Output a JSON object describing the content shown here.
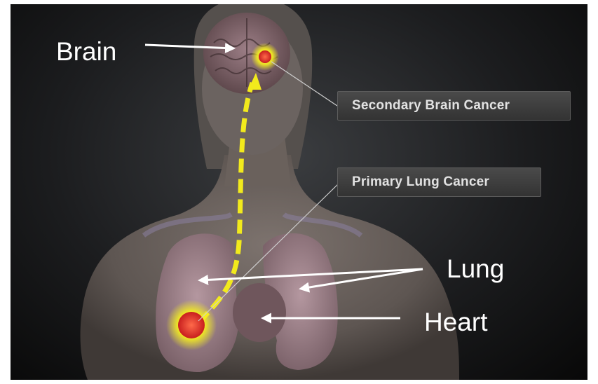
{
  "labels": {
    "brain": "Brain",
    "lung": "Lung",
    "heart": "Heart"
  },
  "callouts": {
    "secondary_brain_cancer": "Secondary Brain Cancer",
    "primary_lung_cancer": "Primary Lung Cancer"
  },
  "colors": {
    "background": "#111213",
    "body": "#6e6560",
    "lungs": "#a88a93",
    "tumor": "#e3302a",
    "tumor_glow": "#f5f01e",
    "metastasis_arrow": "#f2ea1c",
    "callout_box": "#3d3d3d",
    "annotation_arrow": "#ffffff"
  }
}
